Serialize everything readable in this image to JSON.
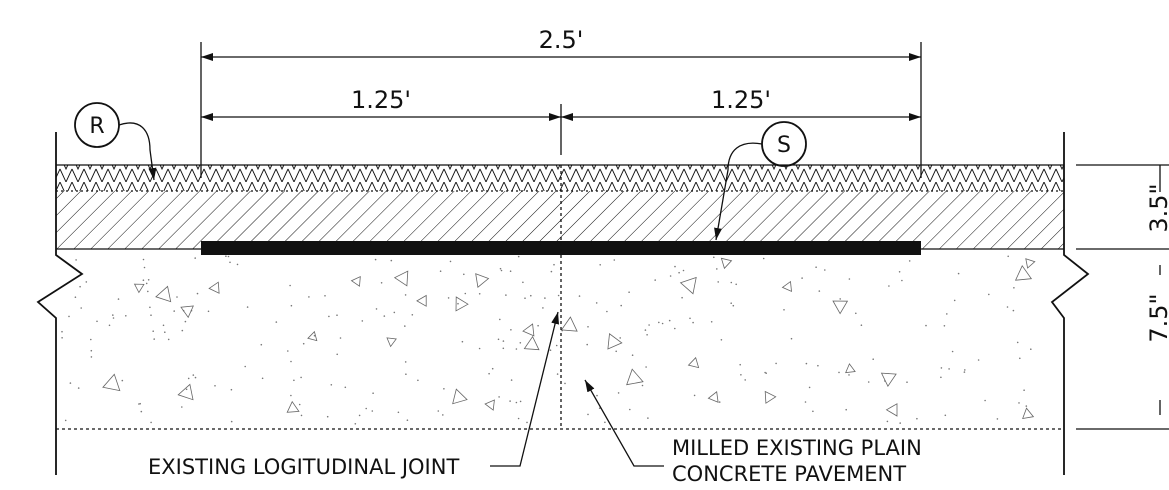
{
  "dimensions": {
    "overall_width": "2.5'",
    "left_half_width": "1.25'",
    "right_half_width": "1.25'",
    "surface_thickness": "3.5\"",
    "base_thickness": "7.5\""
  },
  "callouts": {
    "tag_r": "R",
    "tag_s": "S"
  },
  "notes": {
    "joint_note": "EXISTING LOGITUDINAL JOINT",
    "pavement_note_line1": "MILLED EXISTING PLAIN",
    "pavement_note_line2": "CONCRETE PAVEMENT"
  }
}
